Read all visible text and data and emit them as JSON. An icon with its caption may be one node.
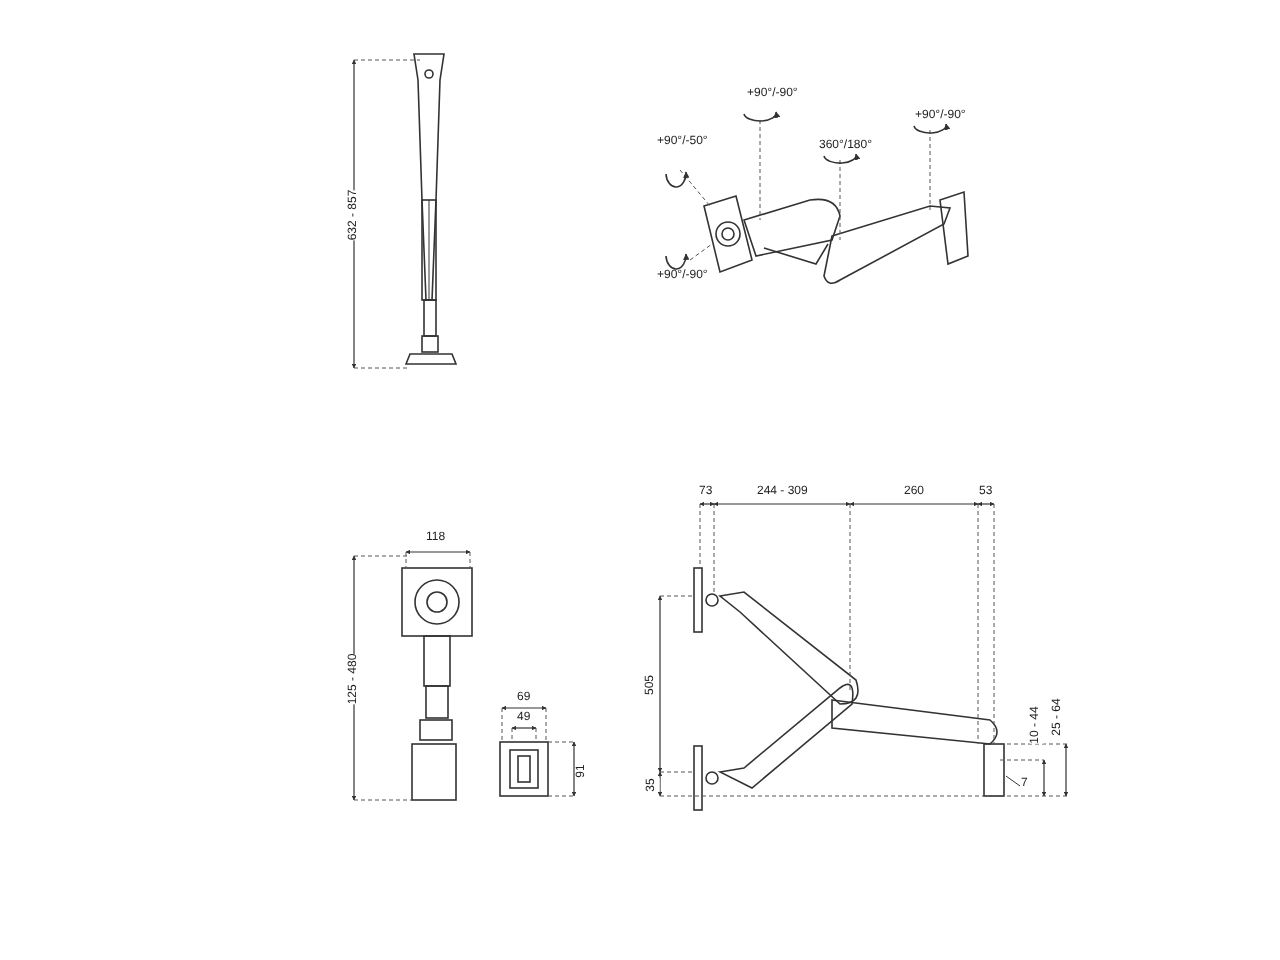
{
  "diagram": {
    "labels": [
      "632 - 857",
      "+90°/-90°",
      "+90°/-90°",
      "+90°/-50°",
      "360°/180°",
      "+90°/-90°",
      "118",
      "125 - 480",
      "69",
      "49",
      "91",
      "73",
      "244 - 309",
      "260",
      "53",
      "505",
      "35",
      "10 - 44",
      "25 - 64",
      "7"
    ]
  }
}
